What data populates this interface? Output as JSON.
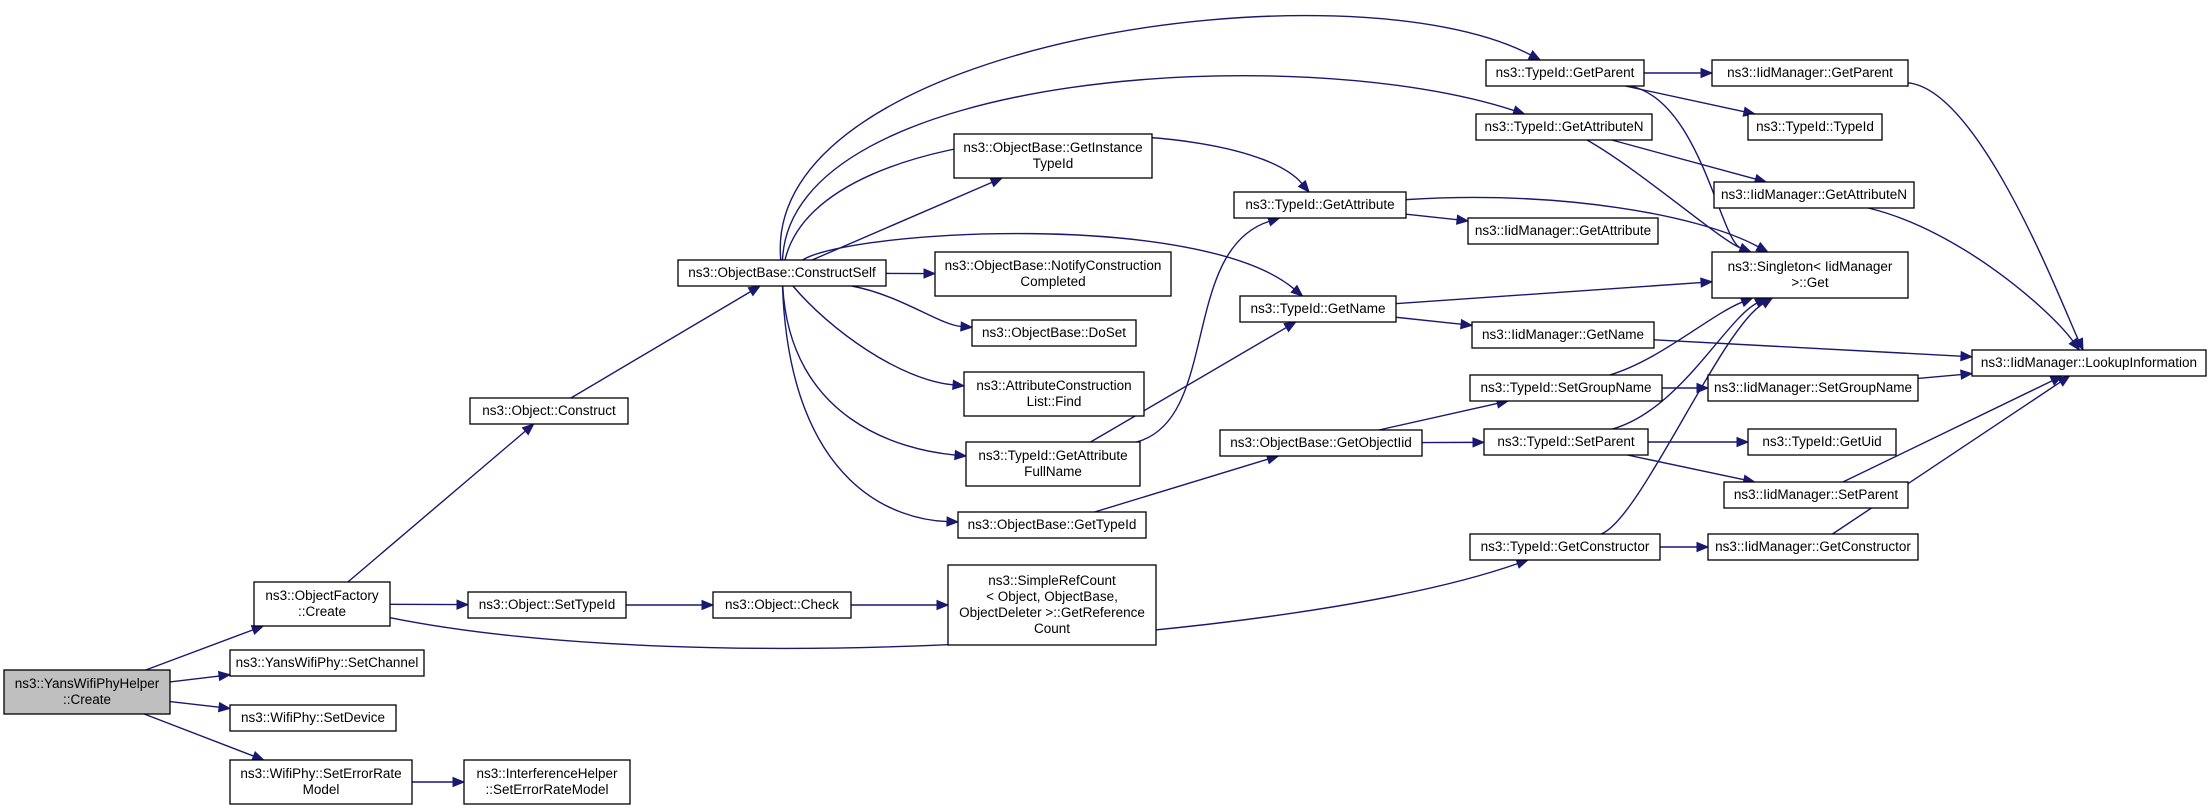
{
  "diagram": {
    "type": "call-graph",
    "nodes": [
      {
        "id": "yans_helper_create",
        "lines": [
          "ns3::YansWifiPhyHelper",
          "::Create"
        ],
        "root": true
      },
      {
        "id": "objfactory_create",
        "lines": [
          "ns3::ObjectFactory",
          "::Create"
        ]
      },
      {
        "id": "yans_setchannel",
        "lines": [
          "ns3::YansWifiPhy::SetChannel"
        ]
      },
      {
        "id": "wifiphy_setdevice",
        "lines": [
          "ns3::WifiPhy::SetDevice"
        ]
      },
      {
        "id": "wifiphy_seterrorrate",
        "lines": [
          "ns3::WifiPhy::SetErrorRate",
          "Model"
        ]
      },
      {
        "id": "interference_seterr",
        "lines": [
          "ns3::InterferenceHelper",
          "::SetErrorRateModel"
        ]
      },
      {
        "id": "object_construct",
        "lines": [
          "ns3::Object::Construct"
        ]
      },
      {
        "id": "object_settypeid",
        "lines": [
          "ns3::Object::SetTypeId"
        ]
      },
      {
        "id": "object_check",
        "lines": [
          "ns3::Object::Check"
        ]
      },
      {
        "id": "simplerefcount",
        "lines": [
          "ns3::SimpleRefCount",
          "< Object, ObjectBase,",
          "ObjectDeleter >::GetReference",
          "Count"
        ]
      },
      {
        "id": "objbase_constructself",
        "lines": [
          "ns3::ObjectBase::ConstructSelf"
        ]
      },
      {
        "id": "objbase_getinstancetypeid",
        "lines": [
          "ns3::ObjectBase::GetInstance",
          "TypeId"
        ]
      },
      {
        "id": "objbase_notify",
        "lines": [
          "ns3::ObjectBase::NotifyConstruction",
          "Completed"
        ]
      },
      {
        "id": "objbase_doset",
        "lines": [
          "ns3::ObjectBase::DoSet"
        ]
      },
      {
        "id": "attrconstr_find",
        "lines": [
          "ns3::AttributeConstruction",
          "List::Find"
        ]
      },
      {
        "id": "typeid_getattrfullname",
        "lines": [
          "ns3::TypeId::GetAttribute",
          "FullName"
        ]
      },
      {
        "id": "objbase_gettypeid",
        "lines": [
          "ns3::ObjectBase::GetTypeId"
        ]
      },
      {
        "id": "typeid_getattribute",
        "lines": [
          "ns3::TypeId::GetAttribute"
        ]
      },
      {
        "id": "typeid_getname",
        "lines": [
          "ns3::TypeId::GetName"
        ]
      },
      {
        "id": "objbase_getobjectiid",
        "lines": [
          "ns3::ObjectBase::GetObjectIid"
        ]
      },
      {
        "id": "typeid_getparent",
        "lines": [
          "ns3::TypeId::GetParent"
        ]
      },
      {
        "id": "typeid_getattributen",
        "lines": [
          "ns3::TypeId::GetAttributeN"
        ]
      },
      {
        "id": "iid_getattribute",
        "lines": [
          "ns3::IidManager::GetAttribute"
        ]
      },
      {
        "id": "iid_getname",
        "lines": [
          "ns3::IidManager::GetName"
        ]
      },
      {
        "id": "typeid_setgroupname",
        "lines": [
          "ns3::TypeId::SetGroupName"
        ]
      },
      {
        "id": "typeid_setparent",
        "lines": [
          "ns3::TypeId::SetParent"
        ]
      },
      {
        "id": "typeid_getconstructor",
        "lines": [
          "ns3::TypeId::GetConstructor"
        ]
      },
      {
        "id": "iid_getparent",
        "lines": [
          "ns3::IidManager::GetParent"
        ]
      },
      {
        "id": "typeid_typeid",
        "lines": [
          "ns3::TypeId::TypeId"
        ]
      },
      {
        "id": "iid_getattributen",
        "lines": [
          "ns3::IidManager::GetAttributeN"
        ]
      },
      {
        "id": "singleton_get",
        "lines": [
          "ns3::Singleton< IidManager",
          ">::Get"
        ]
      },
      {
        "id": "iid_setgroupname",
        "lines": [
          "ns3::IidManager::SetGroupName"
        ]
      },
      {
        "id": "typeid_getuid",
        "lines": [
          "ns3::TypeId::GetUid"
        ]
      },
      {
        "id": "iid_setparent",
        "lines": [
          "ns3::IidManager::SetParent"
        ]
      },
      {
        "id": "iid_getconstructor",
        "lines": [
          "ns3::IidManager::GetConstructor"
        ]
      },
      {
        "id": "iid_lookupinfo",
        "lines": [
          "ns3::IidManager::LookupInformation"
        ]
      }
    ],
    "edges": [
      [
        "yans_helper_create",
        "objfactory_create"
      ],
      [
        "yans_helper_create",
        "yans_setchannel"
      ],
      [
        "yans_helper_create",
        "wifiphy_setdevice"
      ],
      [
        "yans_helper_create",
        "wifiphy_seterrorrate"
      ],
      [
        "wifiphy_seterrorrate",
        "interference_seterr"
      ],
      [
        "objfactory_create",
        "object_construct"
      ],
      [
        "objfactory_create",
        "object_settypeid"
      ],
      [
        "objfactory_create",
        "typeid_getconstructor"
      ],
      [
        "object_settypeid",
        "object_check"
      ],
      [
        "object_check",
        "simplerefcount"
      ],
      [
        "object_construct",
        "objbase_constructself"
      ],
      [
        "objbase_constructself",
        "typeid_getparent"
      ],
      [
        "objbase_constructself",
        "typeid_getattributen"
      ],
      [
        "objbase_constructself",
        "typeid_getattribute"
      ],
      [
        "objbase_constructself",
        "objbase_getinstancetypeid"
      ],
      [
        "objbase_constructself",
        "typeid_getname"
      ],
      [
        "objbase_constructself",
        "objbase_notify"
      ],
      [
        "objbase_constructself",
        "objbase_doset"
      ],
      [
        "objbase_constructself",
        "attrconstr_find"
      ],
      [
        "objbase_constructself",
        "typeid_getattrfullname"
      ],
      [
        "objbase_constructself",
        "objbase_gettypeid"
      ],
      [
        "typeid_getattrfullname",
        "typeid_getattribute"
      ],
      [
        "typeid_getattrfullname",
        "typeid_getname"
      ],
      [
        "objbase_gettypeid",
        "objbase_getobjectiid"
      ],
      [
        "objbase_getobjectiid",
        "typeid_setgroupname"
      ],
      [
        "objbase_getobjectiid",
        "typeid_setparent"
      ],
      [
        "typeid_getattribute",
        "singleton_get"
      ],
      [
        "typeid_getattribute",
        "iid_getattribute"
      ],
      [
        "typeid_getname",
        "singleton_get"
      ],
      [
        "typeid_getname",
        "iid_getname"
      ],
      [
        "typeid_getparent",
        "iid_getparent"
      ],
      [
        "typeid_getparent",
        "typeid_typeid"
      ],
      [
        "typeid_getparent",
        "singleton_get"
      ],
      [
        "typeid_getattributen",
        "iid_getattributen"
      ],
      [
        "typeid_getattributen",
        "singleton_get"
      ],
      [
        "typeid_setgroupname",
        "singleton_get"
      ],
      [
        "typeid_setgroupname",
        "iid_setgroupname"
      ],
      [
        "typeid_setparent",
        "singleton_get"
      ],
      [
        "typeid_setparent",
        "typeid_getuid"
      ],
      [
        "typeid_setparent",
        "iid_setparent"
      ],
      [
        "typeid_getconstructor",
        "singleton_get"
      ],
      [
        "typeid_getconstructor",
        "iid_getconstructor"
      ],
      [
        "iid_getparent",
        "iid_lookupinfo"
      ],
      [
        "iid_getattributen",
        "iid_lookupinfo"
      ],
      [
        "iid_getname",
        "iid_lookupinfo"
      ],
      [
        "iid_setgroupname",
        "iid_lookupinfo"
      ],
      [
        "iid_setparent",
        "iid_lookupinfo"
      ],
      [
        "iid_getconstructor",
        "iid_lookupinfo"
      ]
    ]
  }
}
